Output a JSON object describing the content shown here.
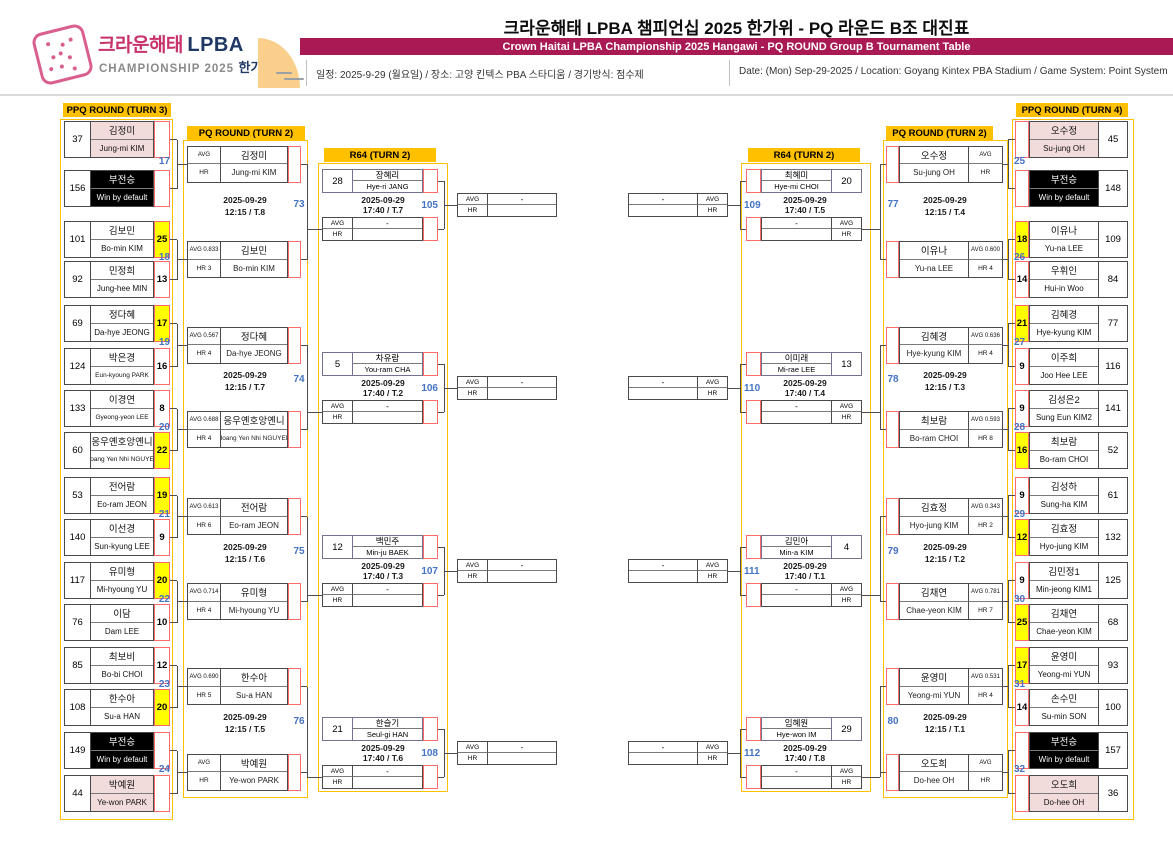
{
  "header": {
    "title_ko": "크라운해태 LPBA 챔피언십 2025 한가위 - PQ 라운드 B조 대진표",
    "banner_en": "Crown Haitai LPBA Championship 2025 Hangawi - PQ ROUND Group B Tournament Table",
    "info_ko": "일정: 2025-9-29 (월요일) / 장소: 고양 킨텍스 PBA 스타디움 / 경기방식: 점수제",
    "info_en": "Date: (Mon) Sep-29-2025 / Location: Goyang Kintex PBA Stadium / Game System: Point System",
    "logo": {
      "brand_ko": "크라운해태",
      "brand_en": "LPBA",
      "sub_en": "CHAMPIONSHIP 2025",
      "sub_ko": "한가위"
    }
  },
  "colors": {
    "accent_yellow": "#FFC000",
    "banner_magenta": "#A91A55",
    "match_number_blue": "#4472C4",
    "winner_score_yellow": "#FFFF00",
    "default_win_pink": "#F2DCDB",
    "bye_black": "#000000",
    "stub_red": "#FF6B6B"
  },
  "columns": {
    "left_ppq": {
      "header": "PPQ ROUND (TURN 3)",
      "matches": [
        {
          "no": 17,
          "players": [
            {
              "seed": 37,
              "ko": "김정미",
              "en": "Jung-mi KIM",
              "score": "",
              "variant": "pink",
              "win": false
            },
            {
              "seed": 156,
              "ko": "부전승",
              "en": "Win by default",
              "score": "",
              "variant": "black",
              "win": false
            }
          ]
        },
        {
          "no": 18,
          "players": [
            {
              "seed": 101,
              "ko": "김보민",
              "en": "Bo-min KIM",
              "score": "25",
              "variant": "normal",
              "win": true
            },
            {
              "seed": 92,
              "ko": "민정희",
              "en": "Jung-hee MIN",
              "score": "13",
              "variant": "normal",
              "win": false
            }
          ]
        },
        {
          "no": 19,
          "players": [
            {
              "seed": 69,
              "ko": "정다혜",
              "en": "Da-hye JEONG",
              "score": "17",
              "variant": "normal",
              "win": true
            },
            {
              "seed": 124,
              "ko": "박은경",
              "en": "Eun-kyoung PARK",
              "score": "16",
              "variant": "normal",
              "win": false
            }
          ]
        },
        {
          "no": 20,
          "players": [
            {
              "seed": 133,
              "ko": "이경연",
              "en": "Gyeong-yeon LEE",
              "score": "8",
              "variant": "normal",
              "win": false
            },
            {
              "seed": 60,
              "ko": "응우옌호앙옌니",
              "en": "Hoang Yen Nhi NGUYEN",
              "score": "22",
              "variant": "normal",
              "win": true
            }
          ]
        },
        {
          "no": 21,
          "players": [
            {
              "seed": 53,
              "ko": "전어람",
              "en": "Eo-ram JEON",
              "score": "19",
              "variant": "normal",
              "win": true
            },
            {
              "seed": 140,
              "ko": "이선경",
              "en": "Sun-kyung LEE",
              "score": "9",
              "variant": "normal",
              "win": false
            }
          ]
        },
        {
          "no": 22,
          "players": [
            {
              "seed": 117,
              "ko": "유미형",
              "en": "Mi-hyoung YU",
              "score": "20",
              "variant": "normal",
              "win": true
            },
            {
              "seed": 76,
              "ko": "이담",
              "en": "Dam LEE",
              "score": "10",
              "variant": "normal",
              "win": false
            }
          ]
        },
        {
          "no": 23,
          "players": [
            {
              "seed": 85,
              "ko": "최보비",
              "en": "Bo-bi CHOI",
              "score": "12",
              "variant": "normal",
              "win": false
            },
            {
              "seed": 108,
              "ko": "한수아",
              "en": "Su-a HAN",
              "score": "20",
              "variant": "normal",
              "win": true
            }
          ]
        },
        {
          "no": 24,
          "players": [
            {
              "seed": 149,
              "ko": "부전승",
              "en": "Win by default",
              "score": "",
              "variant": "black",
              "win": false
            },
            {
              "seed": 44,
              "ko": "박예원",
              "en": "Ye-won PARK",
              "score": "",
              "variant": "pink",
              "win": false
            }
          ]
        }
      ]
    },
    "left_pq": {
      "header": "PQ ROUND (TURN 2)",
      "matches": [
        {
          "no": 73,
          "date": "2025-09-29",
          "time": "12:15 / T.8",
          "rows": [
            {
              "avg": "AVG",
              "hr": "HR",
              "ko": "김정미",
              "en": "Jung-mi KIM"
            },
            {
              "avg": "AVG 0.833",
              "hr": "HR 3",
              "ko": "김보민",
              "en": "Bo-min KIM"
            }
          ]
        },
        {
          "no": 74,
          "date": "2025-09-29",
          "time": "12:15 / T.7",
          "rows": [
            {
              "avg": "AVG 0.567",
              "hr": "HR 4",
              "ko": "정다혜",
              "en": "Da-hye JEONG"
            },
            {
              "avg": "AVG 0.688",
              "hr": "HR 4",
              "ko": "응우옌호앙옌니",
              "en": "Hoang Yen Nhi NGUYEN"
            }
          ]
        },
        {
          "no": 75,
          "date": "2025-09-29",
          "time": "12:15 / T.6",
          "rows": [
            {
              "avg": "AVG 0.613",
              "hr": "HR 6",
              "ko": "전어람",
              "en": "Eo-ram JEON"
            },
            {
              "avg": "AVG 0.714",
              "hr": "HR 4",
              "ko": "유미형",
              "en": "Mi-hyoung YU"
            }
          ]
        },
        {
          "no": 76,
          "date": "2025-09-29",
          "time": "12:15 / T.5",
          "rows": [
            {
              "avg": "AVG 0.690",
              "hr": "HR 5",
              "ko": "한수아",
              "en": "Su-a HAN"
            },
            {
              "avg": "AVG",
              "hr": "HR",
              "ko": "박예원",
              "en": "Ye-won PARK"
            }
          ]
        }
      ]
    },
    "left_r64": {
      "header": "R64 (TURN 2)",
      "matches": [
        {
          "no": 105,
          "date": "2025-09-29",
          "time": "17:40 / T.7",
          "seed": 28,
          "ko": "장혜리",
          "en": "Hye-ri JANG",
          "pending": {
            "avg": "AVG",
            "value": "-",
            "hr": "HR"
          },
          "winner": {
            "avg": "AVG",
            "avg_value": "-",
            "hr": "HR",
            "hr_value": ""
          }
        },
        {
          "no": 106,
          "date": "2025-09-29",
          "time": "17:40 / T.2",
          "seed": 5,
          "ko": "차유람",
          "en": "You-ram CHA",
          "pending": {
            "avg": "AVG",
            "value": "-",
            "hr": "HR"
          },
          "winner": {
            "avg": "AVG",
            "avg_value": "-",
            "hr": "HR",
            "hr_value": ""
          }
        },
        {
          "no": 107,
          "date": "2025-09-29",
          "time": "17:40 / T.3",
          "seed": 12,
          "ko": "백민주",
          "en": "Min-ju BAEK",
          "pending": {
            "avg": "AVG",
            "value": "-",
            "hr": "HR"
          },
          "winner": {
            "avg": "AVG",
            "avg_value": "-",
            "hr": "HR",
            "hr_value": ""
          }
        },
        {
          "no": 108,
          "date": "2025-09-29",
          "time": "17:40 / T.6",
          "seed": 21,
          "ko": "한슬기",
          "en": "Seul-gi HAN",
          "pending": {
            "avg": "AVG",
            "value": "-",
            "hr": "HR"
          },
          "winner": {
            "avg": "AVG",
            "avg_value": "-",
            "hr": "HR",
            "hr_value": ""
          }
        }
      ]
    },
    "right_r64": {
      "header": "R64 (TURN 2)",
      "matches": [
        {
          "no": 109,
          "date": "2025-09-29",
          "time": "17:40 / T.5",
          "seed": 20,
          "ko": "최혜미",
          "en": "Hye-mi CHOI",
          "pending": {
            "avg": "AVG",
            "value": "-",
            "hr": "HR"
          },
          "winner": {
            "avg": "AVG",
            "avg_value": "-",
            "hr": "HR",
            "hr_value": ""
          }
        },
        {
          "no": 110,
          "date": "2025-09-29",
          "time": "17:40 / T.4",
          "seed": 13,
          "ko": "이미래",
          "en": "Mi-rae LEE",
          "pending": {
            "avg": "AVG",
            "value": "-",
            "hr": "HR"
          },
          "winner": {
            "avg": "AVG",
            "avg_value": "-",
            "hr": "HR",
            "hr_value": ""
          }
        },
        {
          "no": 111,
          "date": "2025-09-29",
          "time": "17:40 / T.1",
          "seed": 4,
          "ko": "김민아",
          "en": "Min-a KIM",
          "pending": {
            "avg": "AVG",
            "value": "-",
            "hr": "HR"
          },
          "winner": {
            "avg": "AVG",
            "avg_value": "-",
            "hr": "HR",
            "hr_value": ""
          }
        },
        {
          "no": 112,
          "date": "2025-09-29",
          "time": "17:40 / T.8",
          "seed": 29,
          "ko": "임혜원",
          "en": "Hye-won IM",
          "pending": {
            "avg": "AVG",
            "value": "-",
            "hr": "HR"
          },
          "winner": {
            "avg": "AVG",
            "avg_value": "-",
            "hr": "HR",
            "hr_value": ""
          }
        }
      ]
    },
    "right_pq": {
      "header": "PQ ROUND (TURN 2)",
      "matches": [
        {
          "no": 77,
          "date": "2025-09-29",
          "time": "12:15 / T.4",
          "rows": [
            {
              "avg": "AVG",
              "hr": "HR",
              "ko": "오수정",
              "en": "Su-jung OH"
            },
            {
              "avg": "AVG 0.600",
              "hr": "HR 4",
              "ko": "이유나",
              "en": "Yu-na LEE"
            }
          ]
        },
        {
          "no": 78,
          "date": "2025-09-29",
          "time": "12:15 / T.3",
          "rows": [
            {
              "avg": "AVG 0.636",
              "hr": "HR 4",
              "ko": "김혜경",
              "en": "Hye-kyung KIM"
            },
            {
              "avg": "AVG 0.593",
              "hr": "HR 8",
              "ko": "최보람",
              "en": "Bo-ram CHOI"
            }
          ]
        },
        {
          "no": 79,
          "date": "2025-09-29",
          "time": "12:15 / T.2",
          "rows": [
            {
              "avg": "AVG 0.343",
              "hr": "HR 2",
              "ko": "김효정",
              "en": "Hyo-jung KIM"
            },
            {
              "avg": "AVG 0.781",
              "hr": "HR 7",
              "ko": "김채연",
              "en": "Chae-yeon KIM"
            }
          ]
        },
        {
          "no": 80,
          "date": "2025-09-29",
          "time": "12:15 / T.1",
          "rows": [
            {
              "avg": "AVG 0.531",
              "hr": "HR 4",
              "ko": "윤영미",
              "en": "Yeong-mi YUN"
            },
            {
              "avg": "AVG",
              "hr": "HR",
              "ko": "오도희",
              "en": "Do-hee OH"
            }
          ]
        }
      ]
    },
    "right_ppq": {
      "header": "PPQ ROUND (TURN 4)",
      "matches": [
        {
          "no": 25,
          "players": [
            {
              "seed": 45,
              "ko": "오수정",
              "en": "Su-jung OH",
              "score": "",
              "variant": "pink",
              "win": false
            },
            {
              "seed": 148,
              "ko": "부전승",
              "en": "Win by default",
              "score": "",
              "variant": "black",
              "win": false
            }
          ]
        },
        {
          "no": 26,
          "players": [
            {
              "seed": 109,
              "ko": "이유나",
              "en": "Yu-na LEE",
              "score": "18",
              "variant": "normal",
              "win": true
            },
            {
              "seed": 84,
              "ko": "우휘인",
              "en": "Hui-in Woo",
              "score": "14",
              "variant": "normal",
              "win": false
            }
          ]
        },
        {
          "no": 27,
          "players": [
            {
              "seed": 77,
              "ko": "김혜경",
              "en": "Hye-kyung KIM",
              "score": "21",
              "variant": "normal",
              "win": true
            },
            {
              "seed": 116,
              "ko": "이주희",
              "en": "Joo Hee LEE",
              "score": "9",
              "variant": "normal",
              "win": false
            }
          ]
        },
        {
          "no": 28,
          "players": [
            {
              "seed": 141,
              "ko": "김성은2",
              "en": "Sung Eun KIM2",
              "score": "9",
              "variant": "normal",
              "win": false
            },
            {
              "seed": 52,
              "ko": "최보람",
              "en": "Bo-ram CHOI",
              "score": "16",
              "variant": "normal",
              "win": true
            }
          ]
        },
        {
          "no": 29,
          "players": [
            {
              "seed": 61,
              "ko": "김성하",
              "en": "Sung-ha KIM",
              "score": "9",
              "variant": "normal",
              "win": false
            },
            {
              "seed": 132,
              "ko": "김효정",
              "en": "Hyo-jung KIM",
              "score": "12",
              "variant": "normal",
              "win": true
            }
          ]
        },
        {
          "no": 30,
          "players": [
            {
              "seed": 125,
              "ko": "김민정1",
              "en": "Min-jeong KIM1",
              "score": "9",
              "variant": "normal",
              "win": false
            },
            {
              "seed": 68,
              "ko": "김채연",
              "en": "Chae-yeon KIM",
              "score": "25",
              "variant": "normal",
              "win": true
            }
          ]
        },
        {
          "no": 31,
          "players": [
            {
              "seed": 93,
              "ko": "윤영미",
              "en": "Yeong-mi YUN",
              "score": "17",
              "variant": "normal",
              "win": true
            },
            {
              "seed": 100,
              "ko": "손수민",
              "en": "Su-min SON",
              "score": "14",
              "variant": "normal",
              "win": false
            }
          ]
        },
        {
          "no": 32,
          "players": [
            {
              "seed": 157,
              "ko": "부전승",
              "en": "Win by default",
              "score": "",
              "variant": "black",
              "win": false
            },
            {
              "seed": 36,
              "ko": "오도희",
              "en": "Do-hee OH",
              "score": "",
              "variant": "pink",
              "win": false
            }
          ]
        }
      ]
    }
  }
}
